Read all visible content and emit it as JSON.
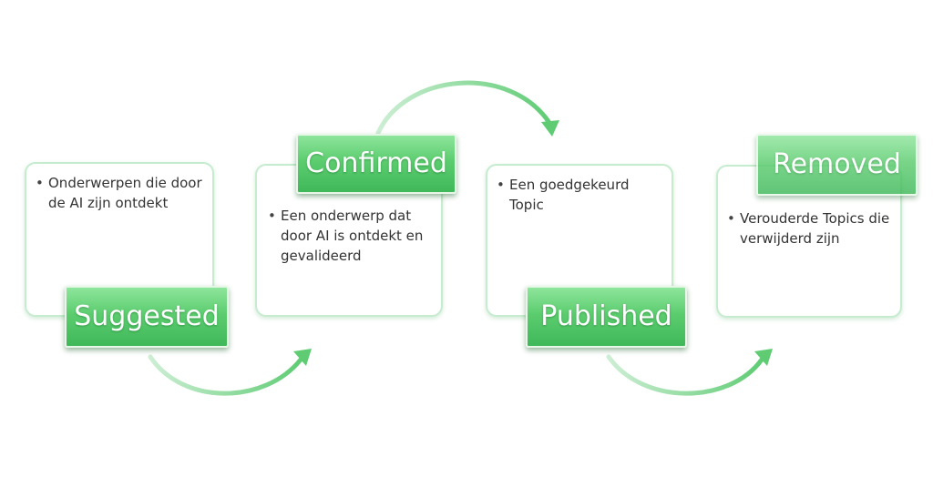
{
  "colors": {
    "label_green": "#5ccd6f",
    "card_border": "#c6eccf",
    "arrow_green": "#6bd07f",
    "text": "#333333"
  },
  "stages": [
    {
      "label": "Suggested",
      "description": "Onderwerpen die door de AI zijn ontdekt"
    },
    {
      "label": "Confirmed",
      "description": "Een onderwerp dat door AI is ontdekt en gevalideerd"
    },
    {
      "label": "Published",
      "description": "Een goedgekeurd Topic"
    },
    {
      "label": "Removed",
      "description": "Verouderde Topics die verwijderd zijn"
    }
  ]
}
